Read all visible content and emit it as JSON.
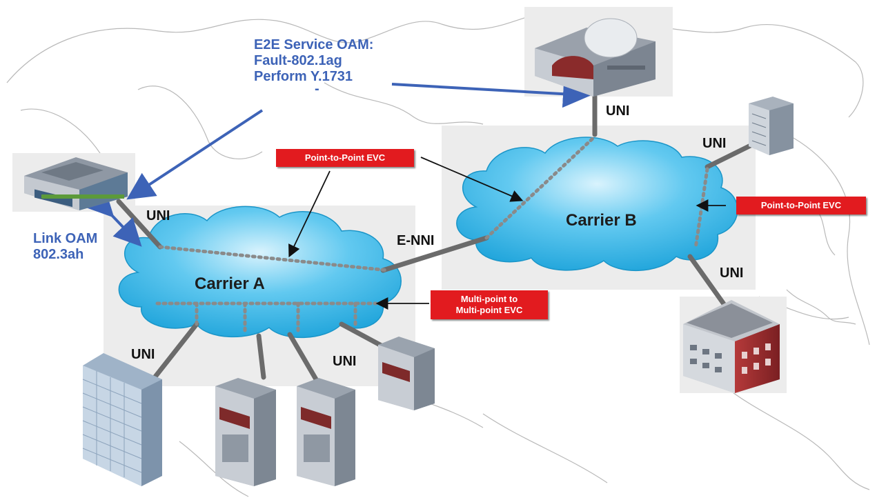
{
  "oam": {
    "e2e_line1": "E2E Service OAM:",
    "e2e_line2": "Fault-802.1ag",
    "e2e_line3": "Perform Y.1731",
    "e2e_dash": "-",
    "link_line1": "Link OAM",
    "link_line2": "802.3ah"
  },
  "carriers": {
    "a": "Carrier A",
    "b": "Carrier B"
  },
  "interfaces": {
    "uni": "UNI",
    "enni": "E-NNI"
  },
  "evc": {
    "p2p_a": "Point-to-Point EVC",
    "p2p_b": "Point-to-Point EVC",
    "mp_line1": "Multi-point to",
    "mp_line2": "Multi-point EVC"
  },
  "colors": {
    "cloud_fill": "#2bb5e8",
    "evc_red": "#e21b1f",
    "oam_blue": "#3d63b7",
    "link_gray": "#6b6b6b",
    "map_panel": "#ececec"
  }
}
